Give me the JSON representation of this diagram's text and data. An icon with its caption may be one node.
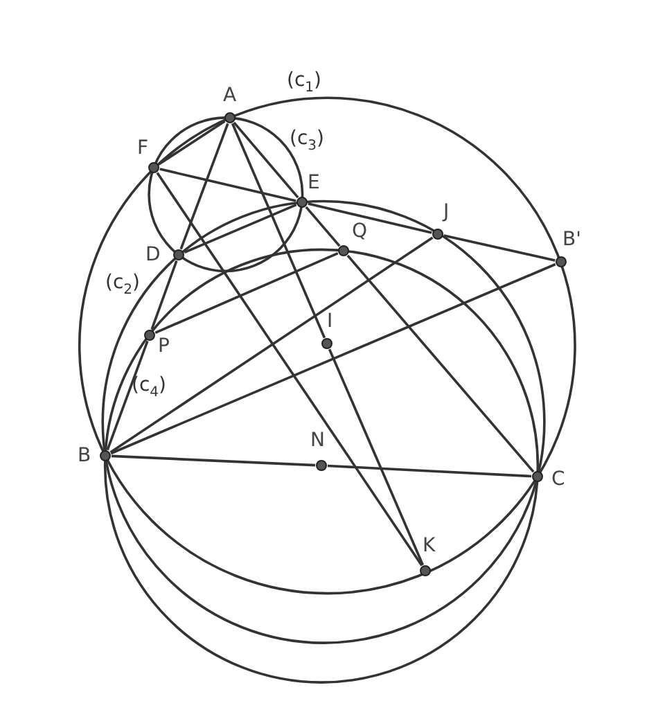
{
  "diagram": {
    "nodes": [
      {
        "text": [
          "A"
        ]
      },
      {
        "text": [
          "F"
        ]
      },
      {
        "text": [
          "E"
        ]
      },
      {
        "text": [
          "D"
        ]
      },
      {
        "text": [
          "Q"
        ]
      },
      {
        "text": [
          "J"
        ]
      },
      {
        "text": [
          "B'"
        ]
      },
      {
        "text": [
          "I"
        ]
      },
      {
        "text": [
          "P"
        ]
      },
      {
        "text": [
          "B"
        ]
      },
      {
        "text": [
          "N"
        ]
      },
      {
        "text": [
          "C"
        ]
      },
      {
        "text": [
          "K"
        ]
      }
    ],
    "edges": [
      {
        "from": 0,
        "to": 1,
        "arrow": "none"
      },
      {
        "from": 0,
        "to": 3,
        "arrow": "none"
      },
      {
        "from": 3,
        "to": 8,
        "arrow": "none"
      },
      {
        "from": 8,
        "to": 9,
        "arrow": "none"
      },
      {
        "from": 0,
        "to": 2,
        "arrow": "none"
      },
      {
        "from": 2,
        "to": 4,
        "arrow": "none"
      },
      {
        "from": 4,
        "to": 11,
        "arrow": "none"
      },
      {
        "from": 0,
        "to": 7,
        "arrow": "none"
      },
      {
        "from": 7,
        "to": 12,
        "arrow": "none"
      },
      {
        "from": 1,
        "to": 12,
        "arrow": "none"
      },
      {
        "from": 1,
        "to": 2,
        "arrow": "none"
      },
      {
        "from": 2,
        "to": 5,
        "arrow": "none"
      },
      {
        "from": 5,
        "to": 6,
        "arrow": "none"
      },
      {
        "from": 3,
        "to": 2,
        "arrow": "none"
      },
      {
        "from": 8,
        "to": 4,
        "arrow": "none"
      },
      {
        "from": 9,
        "to": 5,
        "arrow": "none"
      },
      {
        "from": 9,
        "to": 6,
        "arrow": "none"
      },
      {
        "from": 9,
        "to": 10,
        "arrow": "none"
      },
      {
        "from": 10,
        "to": 11,
        "arrow": "none"
      }
    ],
    "labels": [
      "(c$_{1}$)",
      "(c$_{3}$)",
      "(c$_{2}$)",
      "(c$_{4}$)"
    ]
  }
}
